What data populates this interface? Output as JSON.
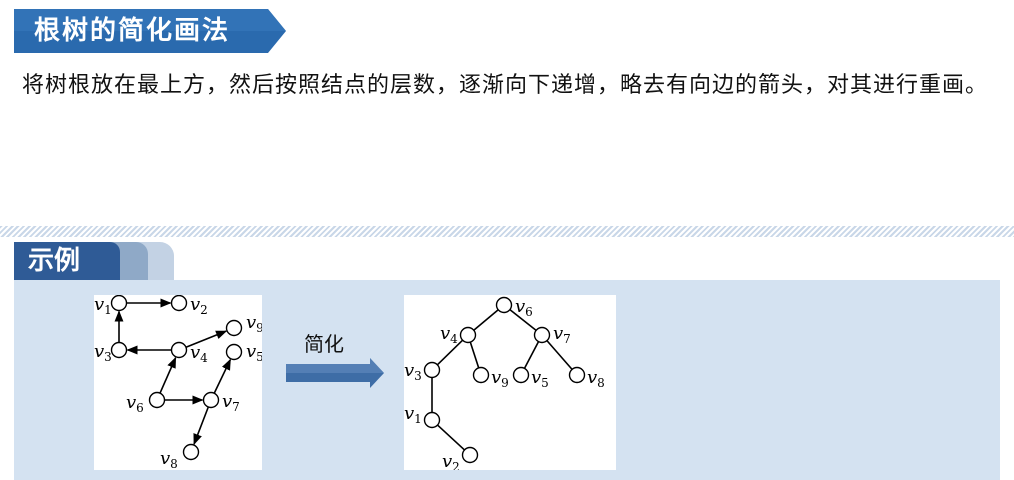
{
  "title": "根树的简化画法",
  "description": "将树根放在最上方，然后按照结点的层数，逐渐向下递增，略去有向边的箭头，对其进行重画。",
  "example_tab": "示例",
  "arrow_label": "简化",
  "colors": {
    "banner": "#2a6aae",
    "tab": "#2f5b96",
    "panel": "#d4e2f1",
    "arrow": "#3e6da6"
  },
  "digraph": {
    "nodes": [
      {
        "id": "v1",
        "base": "v",
        "sub": "1"
      },
      {
        "id": "v2",
        "base": "v",
        "sub": "2"
      },
      {
        "id": "v3",
        "base": "v",
        "sub": "3"
      },
      {
        "id": "v4",
        "base": "v",
        "sub": "4"
      },
      {
        "id": "v5",
        "base": "v",
        "sub": "5"
      },
      {
        "id": "v6",
        "base": "v",
        "sub": "6"
      },
      {
        "id": "v7",
        "base": "v",
        "sub": "7"
      },
      {
        "id": "v8",
        "base": "v",
        "sub": "8"
      },
      {
        "id": "v9",
        "base": "v",
        "sub": "9"
      }
    ],
    "edges": [
      [
        "v1",
        "v2"
      ],
      [
        "v3",
        "v1"
      ],
      [
        "v4",
        "v3"
      ],
      [
        "v4",
        "v9"
      ],
      [
        "v6",
        "v4"
      ],
      [
        "v6",
        "v7"
      ],
      [
        "v7",
        "v5"
      ],
      [
        "v7",
        "v8"
      ]
    ]
  },
  "tree": {
    "nodes": [
      {
        "id": "v6",
        "base": "v",
        "sub": "6"
      },
      {
        "id": "v4",
        "base": "v",
        "sub": "4"
      },
      {
        "id": "v7",
        "base": "v",
        "sub": "7"
      },
      {
        "id": "v3",
        "base": "v",
        "sub": "3"
      },
      {
        "id": "v9",
        "base": "v",
        "sub": "9"
      },
      {
        "id": "v5",
        "base": "v",
        "sub": "5"
      },
      {
        "id": "v8",
        "base": "v",
        "sub": "8"
      },
      {
        "id": "v1",
        "base": "v",
        "sub": "1"
      },
      {
        "id": "v2",
        "base": "v",
        "sub": "2"
      }
    ],
    "edges": [
      [
        "v6",
        "v4"
      ],
      [
        "v6",
        "v7"
      ],
      [
        "v4",
        "v3"
      ],
      [
        "v4",
        "v9"
      ],
      [
        "v7",
        "v5"
      ],
      [
        "v7",
        "v8"
      ],
      [
        "v3",
        "v1"
      ],
      [
        "v1",
        "v2"
      ]
    ]
  }
}
